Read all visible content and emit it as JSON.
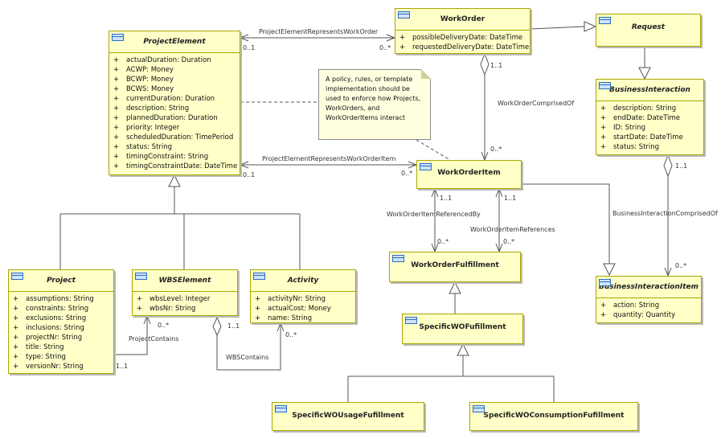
{
  "classes": {
    "project_element": {
      "name": "ProjectElement",
      "attributes": [
        {
          "visibility": "+",
          "text": "actualDuration: Duration"
        },
        {
          "visibility": "+",
          "text": "ACWP: Money"
        },
        {
          "visibility": "+",
          "text": "BCWP: Money"
        },
        {
          "visibility": "+",
          "text": "BCWS: Money"
        },
        {
          "visibility": "+",
          "text": "currentDuration: Duration"
        },
        {
          "visibility": "+",
          "text": "description: String"
        },
        {
          "visibility": "+",
          "text": "plannedDuration: Duration"
        },
        {
          "visibility": "+",
          "text": "priority: Integer"
        },
        {
          "visibility": "+",
          "text": "scheduledDuration: TimePeriod"
        },
        {
          "visibility": "+",
          "text": "status: String"
        },
        {
          "visibility": "+",
          "text": "timingConstraint: String"
        },
        {
          "visibility": "+",
          "text": "timingConstraintDate: DateTime"
        }
      ]
    },
    "work_order": {
      "name": "WorkOrder",
      "attributes": [
        {
          "visibility": "+",
          "text": "possibleDeliveryDate: DateTime"
        },
        {
          "visibility": "+",
          "text": "requestedDeliveryDate: DateTime"
        }
      ]
    },
    "request": {
      "name": "Request",
      "attributes": []
    },
    "business_interaction": {
      "name": "BusinessInteraction",
      "attributes": [
        {
          "visibility": "+",
          "text": "description: String"
        },
        {
          "visibility": "+",
          "text": "endDate: DateTime"
        },
        {
          "visibility": "+",
          "text": "ID: String"
        },
        {
          "visibility": "+",
          "text": "startDate: DateTime"
        },
        {
          "visibility": "+",
          "text": "status: String"
        }
      ]
    },
    "work_order_item": {
      "name": "WorkOrderItem",
      "attributes": []
    },
    "work_order_fulfillment": {
      "name": "WorkOrderFulfillment",
      "attributes": []
    },
    "specific_wo_fufillment": {
      "name": "SpecificWOFufillment",
      "attributes": []
    },
    "business_interaction_item": {
      "name": "BusinessInteractionItem",
      "attributes": [
        {
          "visibility": "+",
          "text": "action: String"
        },
        {
          "visibility": "+",
          "text": "quantity: Quantity"
        }
      ]
    },
    "project": {
      "name": "Project",
      "attributes": [
        {
          "visibility": "+",
          "text": "assumptions: String"
        },
        {
          "visibility": "+",
          "text": "constraints: String"
        },
        {
          "visibility": "+",
          "text": "exclusions: String"
        },
        {
          "visibility": "+",
          "text": "inclusions: String"
        },
        {
          "visibility": "+",
          "text": "projectNr: String"
        },
        {
          "visibility": "+",
          "text": "title: String"
        },
        {
          "visibility": "+",
          "text": "type: String"
        },
        {
          "visibility": "+",
          "text": "versionNr: String"
        }
      ]
    },
    "wbs_element": {
      "name": "WBSElement",
      "attributes": [
        {
          "visibility": "+",
          "text": "wbsLevel: Integer"
        },
        {
          "visibility": "+",
          "text": "wbsNr: String"
        }
      ]
    },
    "activity": {
      "name": "Activity",
      "attributes": [
        {
          "visibility": "+",
          "text": "activityNr: String"
        },
        {
          "visibility": "+",
          "text": "actualCost: Money"
        },
        {
          "visibility": "+",
          "text": "name: String"
        }
      ]
    },
    "specific_wo_usage": {
      "name": "SpecificWOUsageFufillment",
      "attributes": []
    },
    "specific_wo_consumption": {
      "name": "SpecificWOConsumptionFufillment",
      "attributes": []
    }
  },
  "note": {
    "text": "A policy, rules, or template implementation should be used to enforce how Projects, WorkOrders, and WorkOrderItems interact"
  },
  "associations": {
    "pe_represents_wo": {
      "name": "ProjectElementRepresentsWorkOrder",
      "source_mult": "0..1",
      "target_mult": "0..*"
    },
    "pe_represents_woi": {
      "name": "ProjectElementRepresentsWorkOrderItem",
      "source_mult": "0..1",
      "target_mult": "0..*"
    },
    "wo_comprised_of": {
      "name": "WorkOrderComprisedOf",
      "source_mult": "1..1",
      "target_mult": "0..*"
    },
    "woi_referenced_by": {
      "name": "WorkOrderItemReferencedBy",
      "source_mult": "1..1",
      "target_mult": "0..*"
    },
    "woi_references": {
      "name": "WorkOrderItemReferences",
      "source_mult": "1..1",
      "target_mult": "0..*"
    },
    "bi_comprised_of": {
      "name": "BusinessInteractionComprisedOf",
      "source_mult": "1..1",
      "target_mult": "0..*"
    },
    "project_contains": {
      "name": "ProjectContains",
      "source_mult": "1..1",
      "target_mult": "0..*"
    },
    "wbs_contains": {
      "name": "WBSContains",
      "source_mult": "1..1",
      "target_mult": "0..*"
    }
  }
}
